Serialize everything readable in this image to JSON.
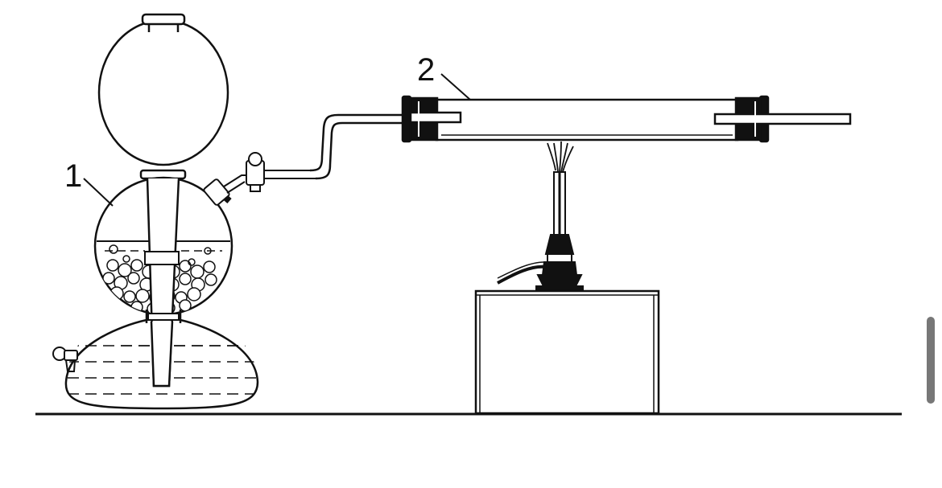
{
  "diagram": {
    "labels": {
      "apparatus_1": "1",
      "tube_2": "2"
    }
  },
  "colors": {
    "ink": "#111111",
    "background": "#ffffff",
    "scrollbar": "#777777"
  },
  "icons": {
    "scrollbar": "vertical-scrollbar-thumb"
  }
}
